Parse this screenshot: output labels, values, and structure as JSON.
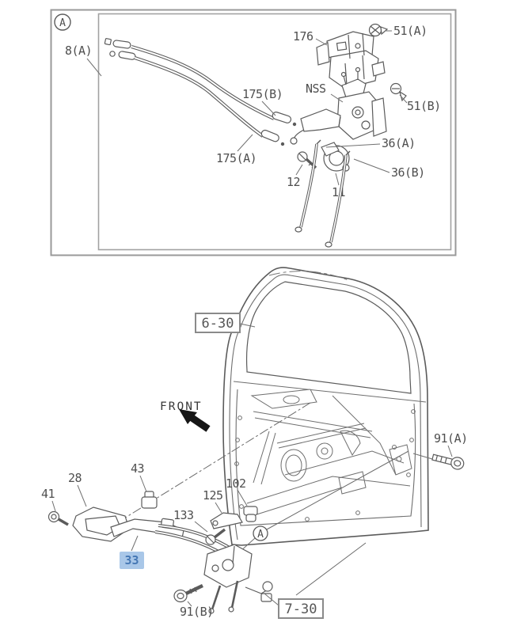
{
  "app": {
    "type": "exploded-parts-diagram",
    "subject": "door lock and handle mechanism"
  },
  "colors": {
    "line": "#5b5b5b",
    "label_text": "#4f4f4f",
    "frame_border": "#9a9a9a",
    "highlight_bg": "#a9c7e8",
    "highlight_text": "#4577b4",
    "front_arrow": "#161616"
  },
  "inset": {
    "view_marker": "A",
    "parts": {
      "p8a": "8(A)",
      "p175b": "175(B)",
      "p175a": "175(A)",
      "p176": "176",
      "p51a": "51(A)",
      "nss": "NSS",
      "p51b": "51(B)",
      "p12": "12",
      "p11": "11",
      "p36a": "36(A)",
      "p36b": "36(B)"
    }
  },
  "main": {
    "front_label": "FRONT",
    "view_marker": "A",
    "ref_boxes": {
      "door": "6-30",
      "lock": "7-30"
    },
    "parts": {
      "p91a": "91(A)",
      "p91b": "91(B)",
      "p28": "28",
      "p41": "41",
      "p43": "43",
      "p125": "125",
      "p102": "102",
      "p133": "133"
    },
    "highlighted_part": {
      "label": "33"
    }
  }
}
